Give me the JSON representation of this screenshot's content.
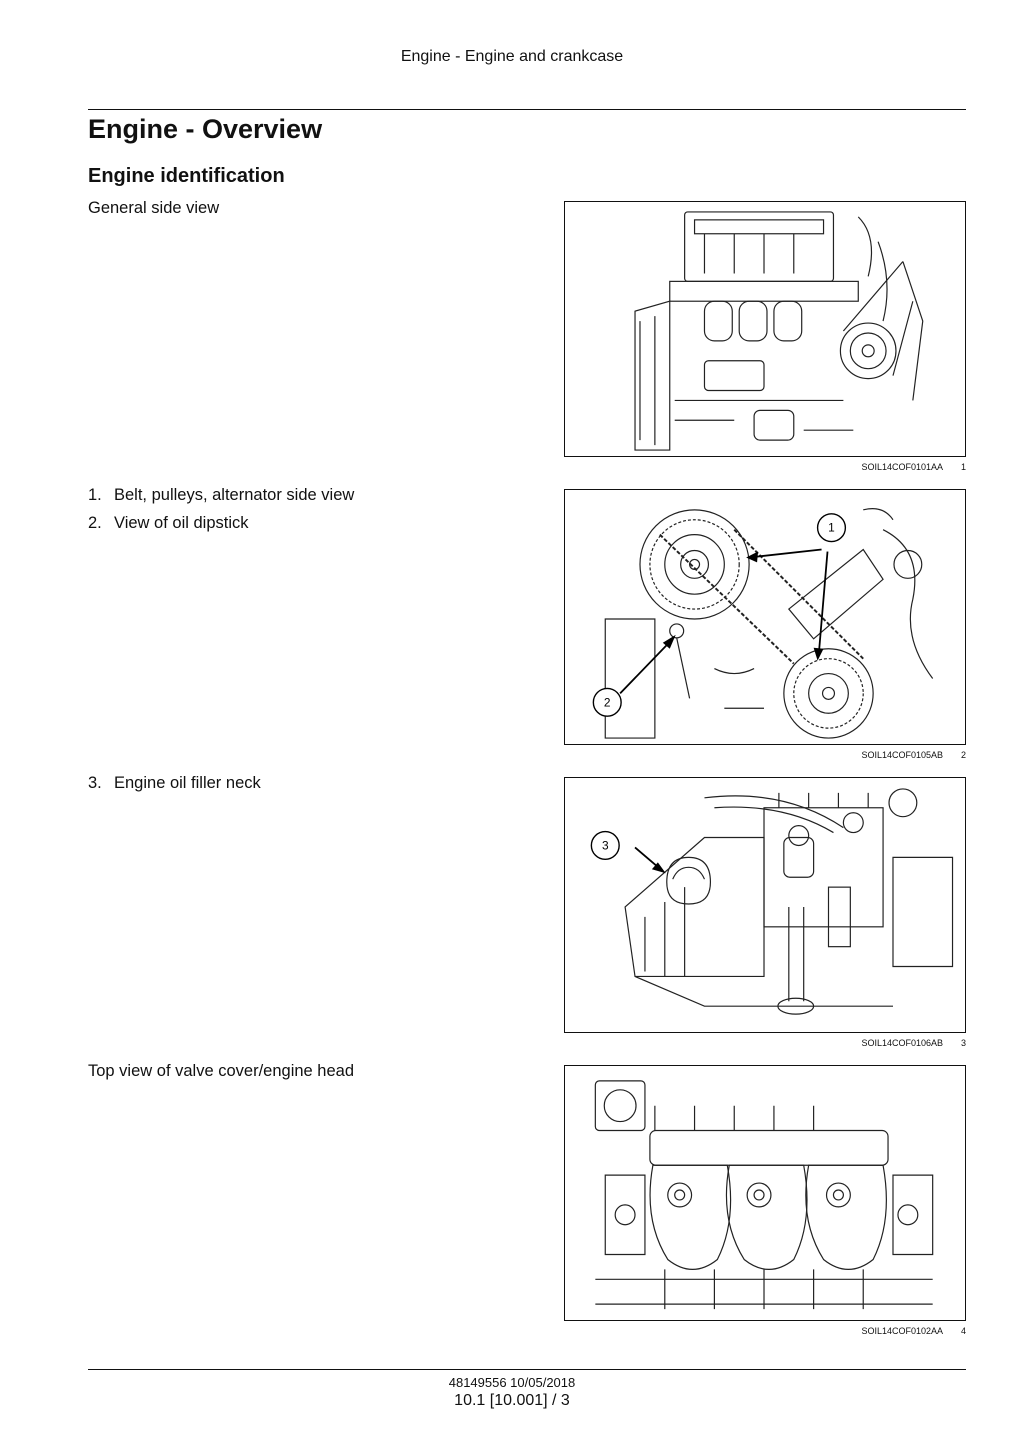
{
  "header": {
    "running_title": "Engine - Engine and crankcase"
  },
  "title": "Engine - Overview",
  "subtitle": "Engine identification",
  "sections": [
    {
      "text": "General side view"
    },
    {
      "items": [
        {
          "num": "1.",
          "text": "Belt, pulleys, alternator side view"
        },
        {
          "num": "2.",
          "text": "View of oil dipstick"
        }
      ]
    },
    {
      "items": [
        {
          "num": "3.",
          "text": "Engine oil filler neck"
        }
      ]
    },
    {
      "text": "Top view of valve cover/engine head"
    }
  ],
  "figures": [
    {
      "code": "SOIL14COF0101AA",
      "number": "1"
    },
    {
      "code": "SOIL14COF0105AB",
      "number": "2",
      "callouts": [
        "1",
        "2"
      ]
    },
    {
      "code": "SOIL14COF0106AB",
      "number": "3",
      "callouts": [
        "3"
      ]
    },
    {
      "code": "SOIL14COF0102AA",
      "number": "4"
    }
  ],
  "footer": {
    "doc_id": "48149556 10/05/2018",
    "page": "10.1 [10.001] / 3"
  }
}
